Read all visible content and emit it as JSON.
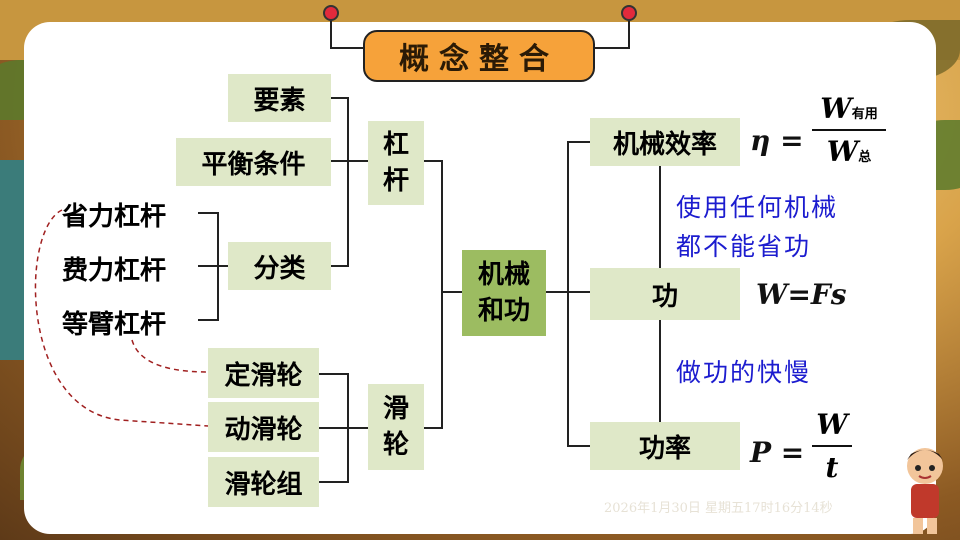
{
  "title": "概念整合",
  "left_nodes": {
    "yaosu": "要素",
    "pingheng": "平衡条件",
    "fenlei": "分类",
    "ganggan": [
      "杠",
      "杆"
    ],
    "huadinglun": "定滑轮",
    "dongzhalun": "动滑轮",
    "zu": "滑轮组",
    "hualun": [
      "滑",
      "轮"
    ],
    "center": [
      "机械",
      "和功"
    ]
  },
  "lever_types": [
    "省力杠杆",
    "费力杠杆",
    "等臂杠杆"
  ],
  "right_nodes": {
    "efficiency": "机械效率",
    "work": "功",
    "power": "功率"
  },
  "notes": {
    "line1": "使用任何机械",
    "line2": "都不能省功",
    "speed": "做功的快慢"
  },
  "formulas": {
    "eta_symbol": "η =",
    "eta_num": "W",
    "eta_num_sub": "有用",
    "eta_den": "W",
    "eta_den_sub": "总",
    "work": "W=Fs",
    "power_symbol": "P =",
    "power_num": "W",
    "power_den": "t"
  },
  "timestamp": "2026年1月30日 星期五17时16分14秒",
  "colors": {
    "node_light": "#dfe8c8",
    "node_green": "#9cbc61",
    "title_bg": "#f6a23a",
    "note_blue": "#1c1ccf",
    "dashed_red": "#a02020"
  }
}
